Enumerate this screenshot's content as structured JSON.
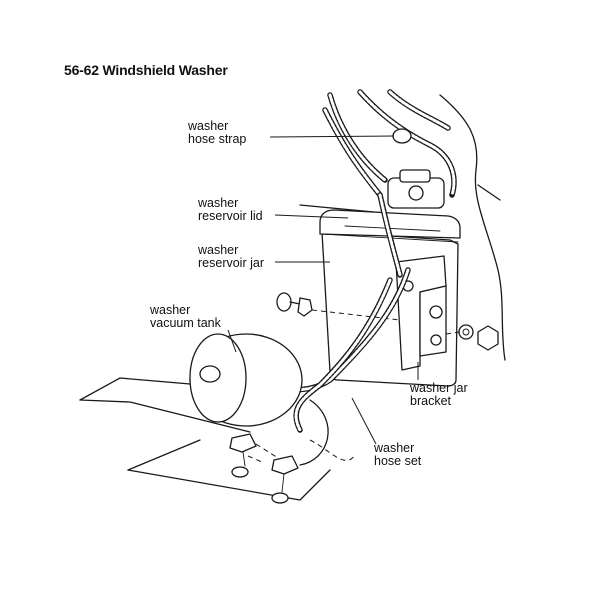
{
  "title": "56-62 Windshield Washer",
  "labels": {
    "hose_strap": [
      "washer",
      "hose strap"
    ],
    "reservoir_lid": [
      "washer",
      "reservoir lid"
    ],
    "reservoir_jar": [
      "washer",
      "reservoir jar"
    ],
    "vacuum_tank": [
      "washer",
      "vacuum tank"
    ],
    "jar_bracket": [
      "washer jar",
      "bracket"
    ],
    "hose_set": [
      "washer",
      "hose set"
    ]
  }
}
